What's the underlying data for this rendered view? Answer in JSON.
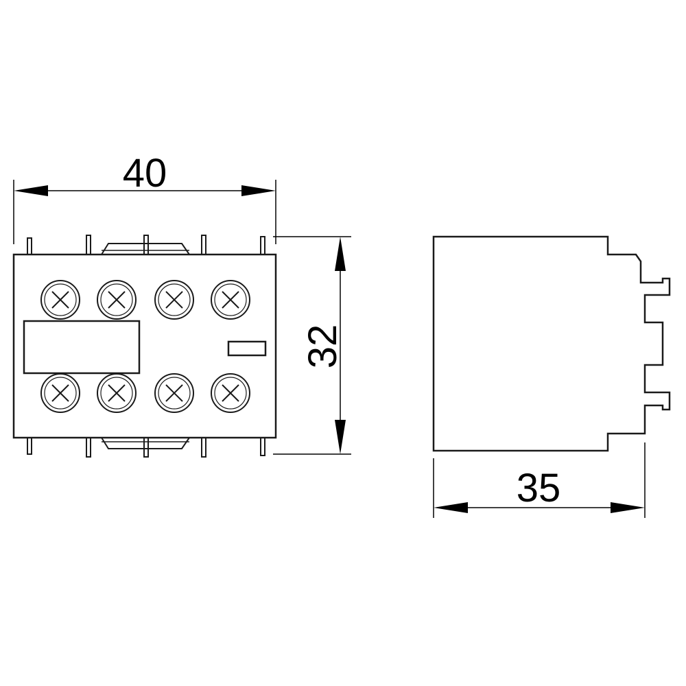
{
  "dimensions": {
    "front_width": "40",
    "height": "32",
    "side_depth": "35"
  },
  "colors": {
    "line": "#1a1a1a",
    "dimension": "#000000",
    "background": "#ffffff"
  }
}
